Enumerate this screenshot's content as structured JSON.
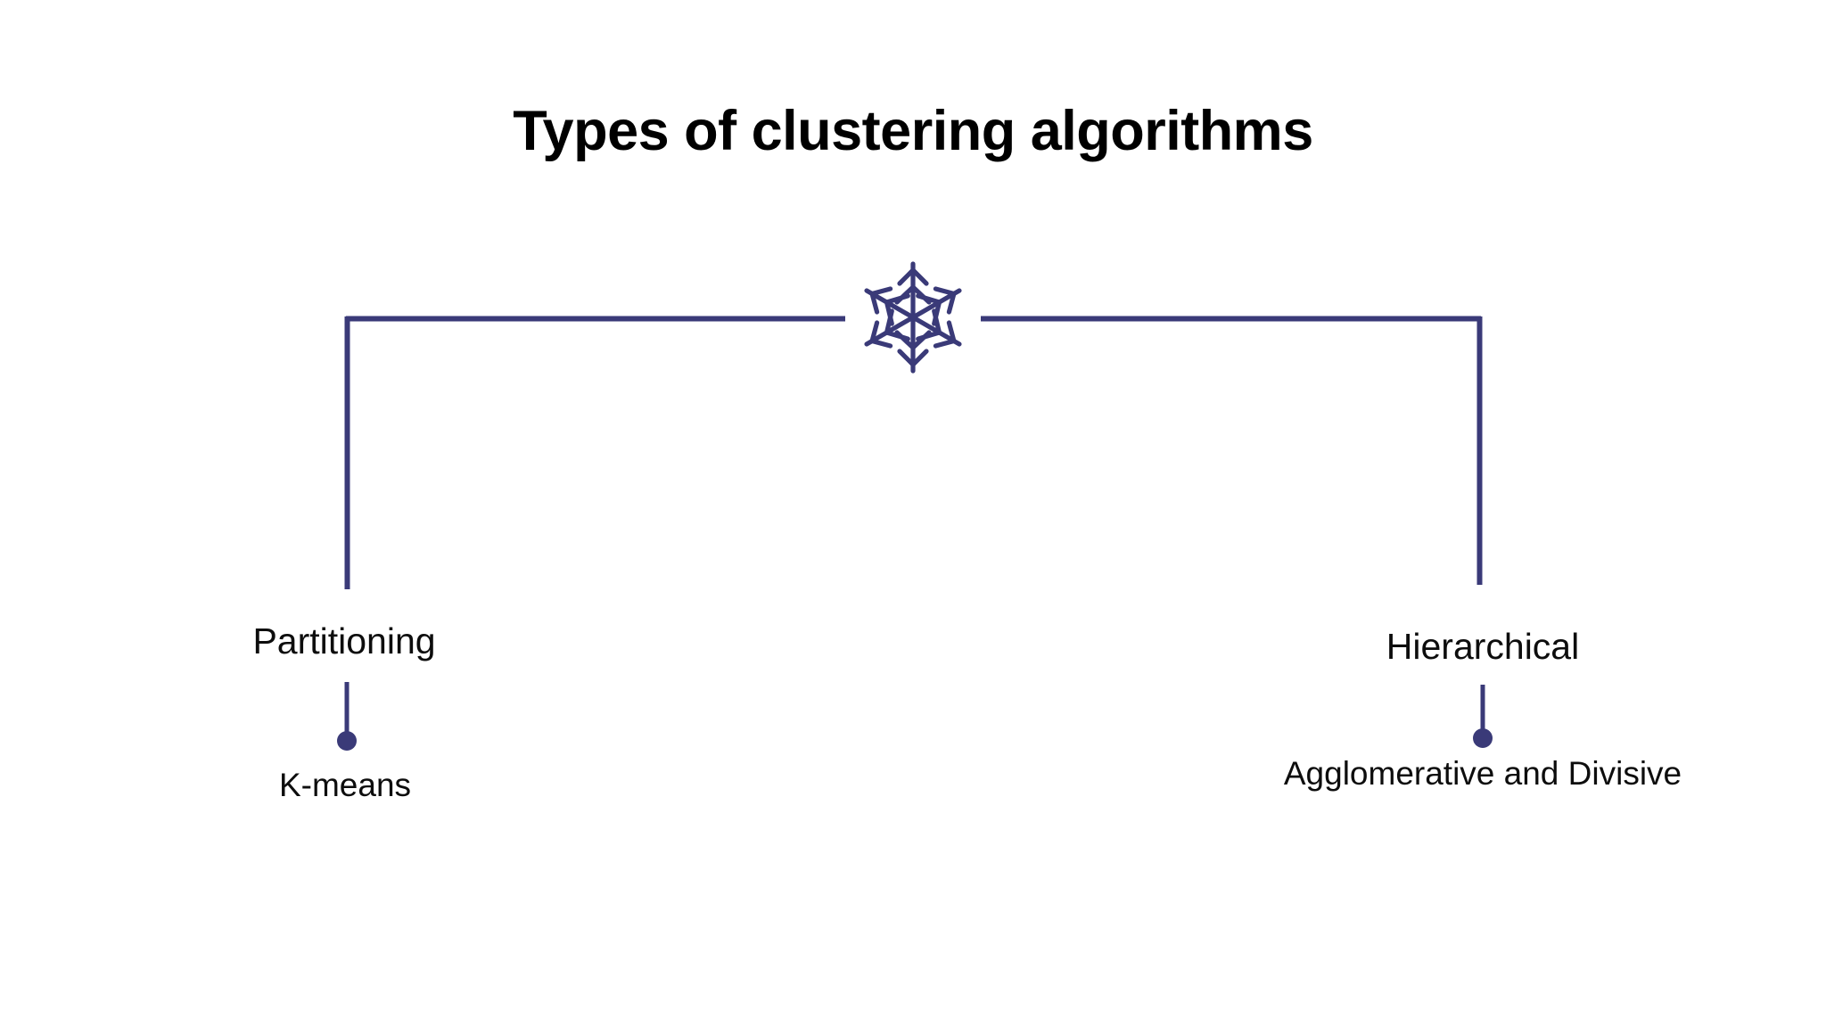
{
  "slide": {
    "title": "Types of clustering algorithms",
    "background_color": "#ffffff",
    "accent_color": "#3a3a78",
    "text_color": "#0d0d0d"
  },
  "center_icon": {
    "name": "snowflake-icon",
    "color": "#3a3a78"
  },
  "branches": [
    {
      "id": "partitioning",
      "label": "Partitioning",
      "side": "left",
      "children": [
        {
          "id": "kmeans",
          "label": "K-means",
          "marker": "dot"
        }
      ]
    },
    {
      "id": "hierarchical",
      "label": "Hierarchical",
      "side": "right",
      "children": [
        {
          "id": "agglomerative-divisive",
          "label": "Agglomerative and Divisive",
          "marker": "dot"
        }
      ]
    }
  ],
  "chart_data": {
    "type": "diagram",
    "diagram_kind": "tree",
    "title": "Types of clustering algorithms",
    "root": {
      "label": "",
      "icon": "snowflake-icon"
    },
    "nodes": [
      {
        "id": "partitioning",
        "label": "Partitioning",
        "parent": "root",
        "depth": 1
      },
      {
        "id": "hierarchical",
        "label": "Hierarchical",
        "parent": "root",
        "depth": 1
      },
      {
        "id": "kmeans",
        "label": "K-means",
        "parent": "partitioning",
        "depth": 2
      },
      {
        "id": "agglomerative-divisive",
        "label": "Agglomerative and Divisive",
        "parent": "hierarchical",
        "depth": 2
      }
    ],
    "edges": [
      {
        "from": "root",
        "to": "partitioning",
        "style": "elbow"
      },
      {
        "from": "root",
        "to": "hierarchical",
        "style": "elbow"
      },
      {
        "from": "partitioning",
        "to": "kmeans",
        "style": "stem-dot"
      },
      {
        "from": "hierarchical",
        "to": "agglomerative-divisive",
        "style": "stem-dot"
      }
    ],
    "line_color": "#3a3a78",
    "background": "#ffffff"
  }
}
